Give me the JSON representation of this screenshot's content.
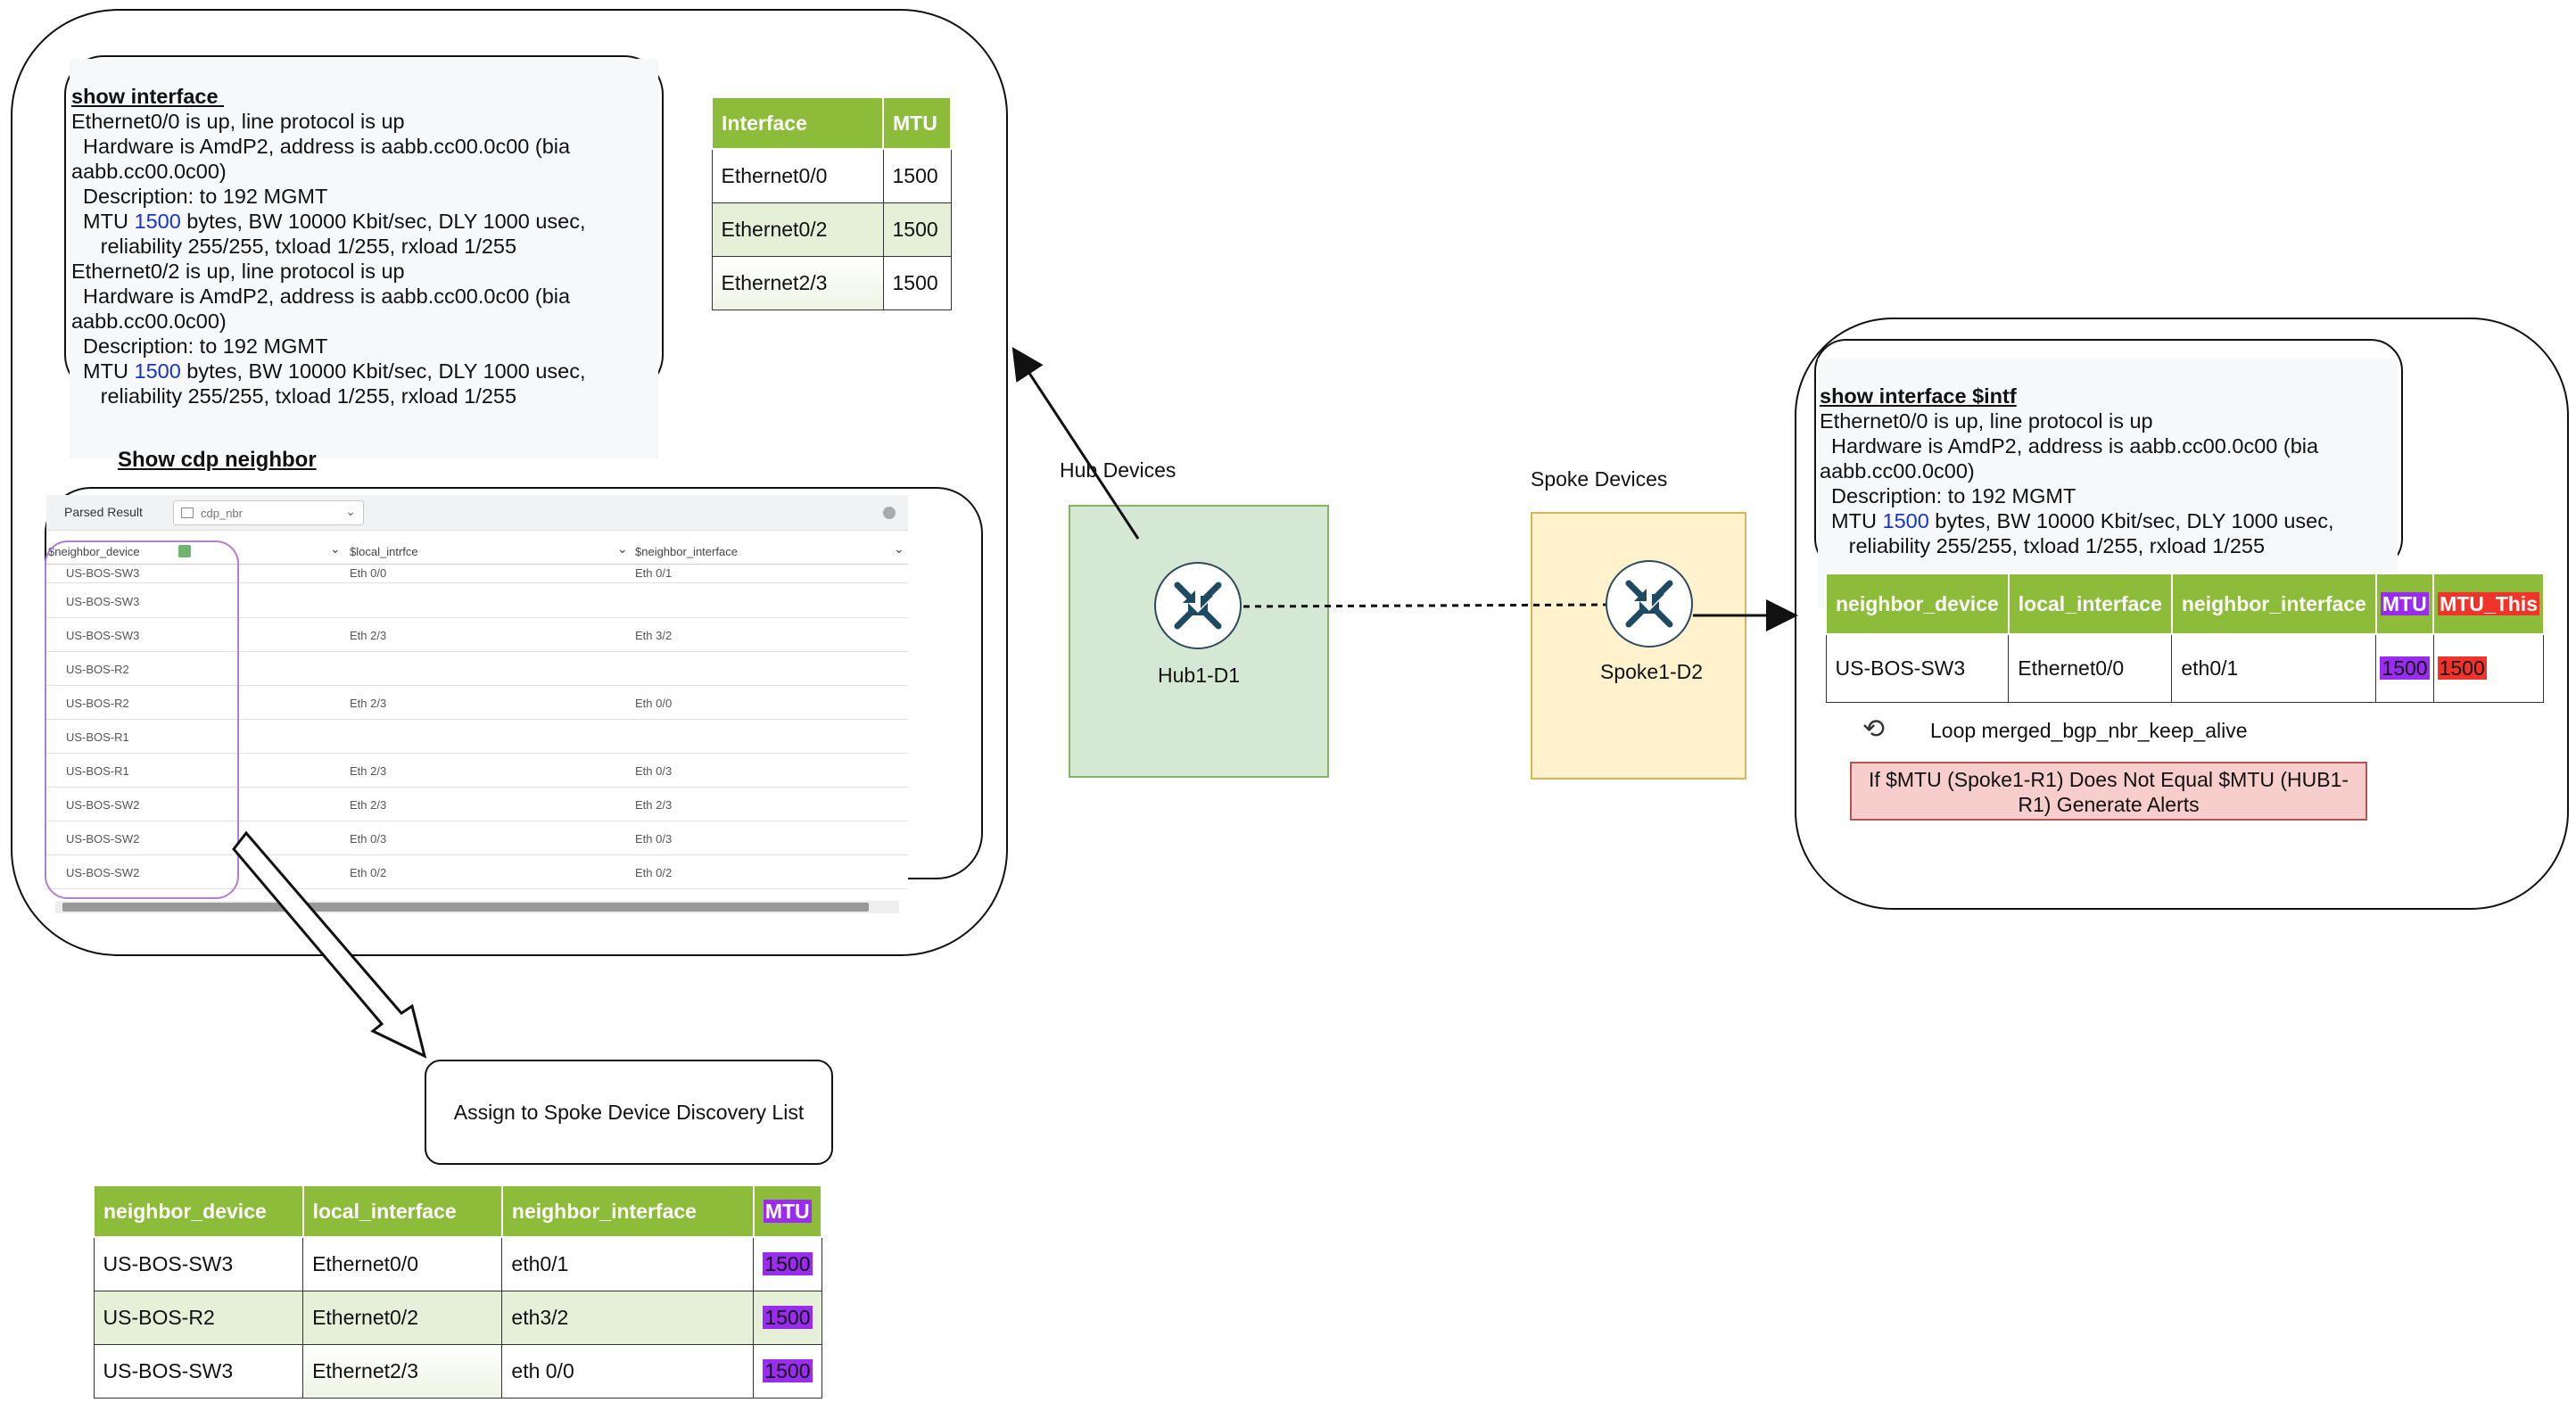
{
  "show_interface": {
    "title": "show interface ",
    "lines": [
      "Ethernet0/0 is up, line protocol is up",
      "  Hardware is AmdP2, address is aabb.cc00.0c00 (bia",
      "aabb.cc00.0c00)",
      "  Description: to 192 MGMT",
      "  MTU ",
      " bytes, BW 10000 Kbit/sec, DLY 1000 usec,",
      "     reliability 255/255, txload 1/255, rxload 1/255",
      "Ethernet0/2 is up, line protocol is up",
      "  Hardware is AmdP2, address is aabb.cc00.0c00 (bia",
      "aabb.cc00.0c00)",
      "  Description: to 192 MGMT",
      "  MTU ",
      " bytes, BW 10000 Kbit/sec, DLY 1000 usec,",
      "     reliability 255/255, txload 1/255, rxload 1/255"
    ],
    "mtu_value": "1500"
  },
  "interface_table": {
    "headers": [
      "Interface",
      "MTU"
    ],
    "rows": [
      [
        "Ethernet0/0",
        "1500"
      ],
      [
        "Ethernet0/2",
        "1500"
      ],
      [
        "Ethernet2/3",
        "1500"
      ]
    ]
  },
  "cdp": {
    "title": "Show cdp neighbor ",
    "toolbar_label": "Parsed Result",
    "select_value": "cdp_nbr",
    "columns": [
      "$neighbor_device",
      "$local_intrfce",
      "$neighbor_interface"
    ],
    "rows": [
      [
        "US-BOS-SW3",
        "Eth 0/0",
        "Eth 0/1"
      ],
      [
        "US-BOS-SW3",
        "",
        ""
      ],
      [
        "US-BOS-SW3",
        "Eth 2/3",
        "Eth 3/2"
      ],
      [
        "US-BOS-R2",
        "",
        ""
      ],
      [
        "US-BOS-R2",
        "Eth 2/3",
        "Eth 0/0"
      ],
      [
        "US-BOS-R1",
        "",
        ""
      ],
      [
        "US-BOS-R1",
        "Eth 2/3",
        "Eth 0/3"
      ],
      [
        "US-BOS-SW2",
        "Eth 2/3",
        "Eth 2/3"
      ],
      [
        "US-BOS-SW2",
        "Eth 0/3",
        "Eth 0/3"
      ],
      [
        "US-BOS-SW2",
        "Eth 0/2",
        "Eth 0/2"
      ]
    ]
  },
  "assign_box": {
    "label": "Assign to Spoke Device Discovery List"
  },
  "spoke_list_table": {
    "headers": [
      "neighbor_device",
      "local_interface",
      "neighbor_interface",
      "MTU"
    ],
    "rows": [
      [
        "US-BOS-SW3",
        "Ethernet0/0",
        "eth0/1",
        "1500"
      ],
      [
        "US-BOS-R2",
        "Ethernet0/2",
        "eth3/2",
        "1500"
      ],
      [
        "US-BOS-SW3",
        "Ethernet2/3",
        "eth 0/0",
        "1500"
      ]
    ]
  },
  "hub": {
    "group_label": "Hub Devices",
    "device_label": "Hub1-D1"
  },
  "spoke": {
    "group_label": "Spoke Devices",
    "device_label": "Spoke1-D2"
  },
  "show_interface_intf": {
    "title": "show interface $intf",
    "lines": [
      "Ethernet0/0 is up, line protocol is up",
      "  Hardware is AmdP2, address is aabb.cc00.0c00 (bia",
      "aabb.cc00.0c00)",
      "  Description: to 192 MGMT",
      "  MTU ",
      " bytes, BW 10000 Kbit/sec, DLY 1000 usec,",
      "     reliability 255/255, txload 1/255, rxload 1/255"
    ],
    "mtu_value": "1500"
  },
  "compare_table": {
    "headers": [
      "neighbor_device",
      "local_interface",
      "neighbor_interface",
      "MTU",
      "MTU_This"
    ],
    "rows": [
      [
        "US-BOS-SW3",
        "Ethernet0/0",
        "eth0/1",
        "1500",
        "1500"
      ]
    ]
  },
  "loop": {
    "label": "Loop merged_bgp_nbr_keep_alive"
  },
  "alert": {
    "line1": "If  $MTU (Spoke1-R1) Does Not Equal  $MTU (HUB1-",
    "line2": "R1) Generate Alerts"
  },
  "colors": {
    "header_green": "#8dbb3a",
    "row_alt": "#e6efd8",
    "hub_fill": "#d5e8d4",
    "spoke_fill": "#fff2cc",
    "alert_fill": "#f8cecc",
    "mtu_purple": "#9a2bf0",
    "mtu_red": "#f2332a"
  }
}
